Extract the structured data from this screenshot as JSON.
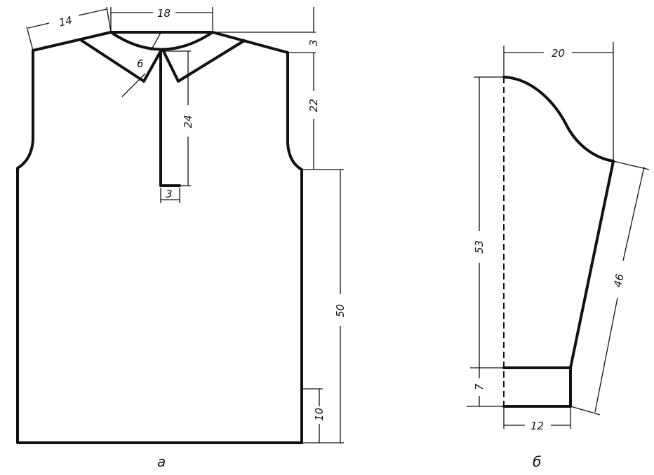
{
  "figure_a": {
    "label": "а",
    "dimensions": {
      "shoulder": "14",
      "neck_width": "18",
      "shoulder_drop": "3",
      "armhole_depth": "22",
      "placket_length": "24",
      "placket_width": "3",
      "collar_width": "6",
      "side_length": "50",
      "hem": "10"
    }
  },
  "figure_b": {
    "label": "б",
    "dimensions": {
      "sleeve_width": "20",
      "sleeve_length": "53",
      "underarm_seam": "46",
      "cuff_height": "7",
      "cuff_width": "12"
    }
  }
}
